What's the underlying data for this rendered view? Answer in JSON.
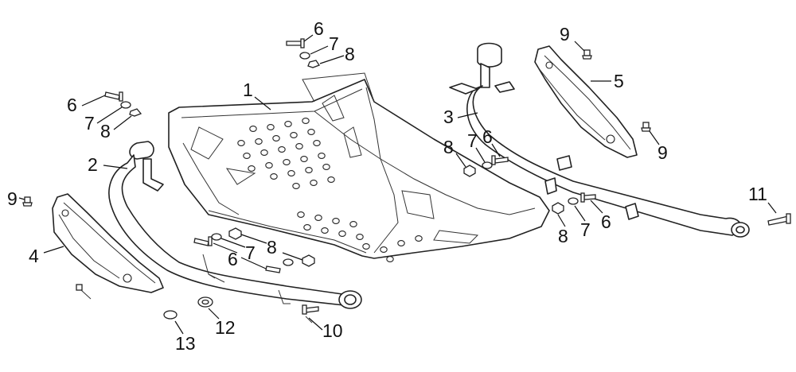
{
  "callouts": {
    "c1": "1",
    "c2": "2",
    "c3": "3",
    "c4": "4",
    "c5": "5",
    "c6a": "6",
    "c7a": "7",
    "c8a": "8",
    "c6b": "6",
    "c7b": "7",
    "c8b": "8",
    "c9a": "9",
    "c6c": "6",
    "c7c": "7",
    "c8c": "8",
    "c6d": "6",
    "c7d": "7",
    "c8d": "8",
    "c6e": "6",
    "c7e": "7",
    "c8e": "8",
    "c9b": "9",
    "c9c": "9",
    "c10": "10",
    "c11": "11",
    "c12": "12",
    "c13": "13"
  }
}
